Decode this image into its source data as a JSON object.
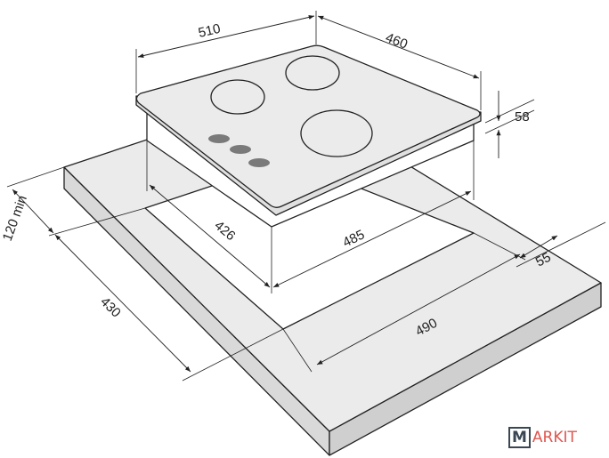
{
  "dimensions": {
    "hob_width": "510",
    "hob_depth": "460",
    "hob_height": "58",
    "cutout_depth": "426",
    "cutout_width": "485",
    "edge_distance": "55",
    "worktop_width_min": "490",
    "worktop_depth": "430",
    "back_clearance": "120 min"
  },
  "logo": {
    "first": "M",
    "rest": "ARKIT"
  },
  "colors": {
    "surface": "#ebebeb",
    "knob": "#7a7a7a",
    "line": "#222222",
    "logo_accent": "#e0564f"
  }
}
